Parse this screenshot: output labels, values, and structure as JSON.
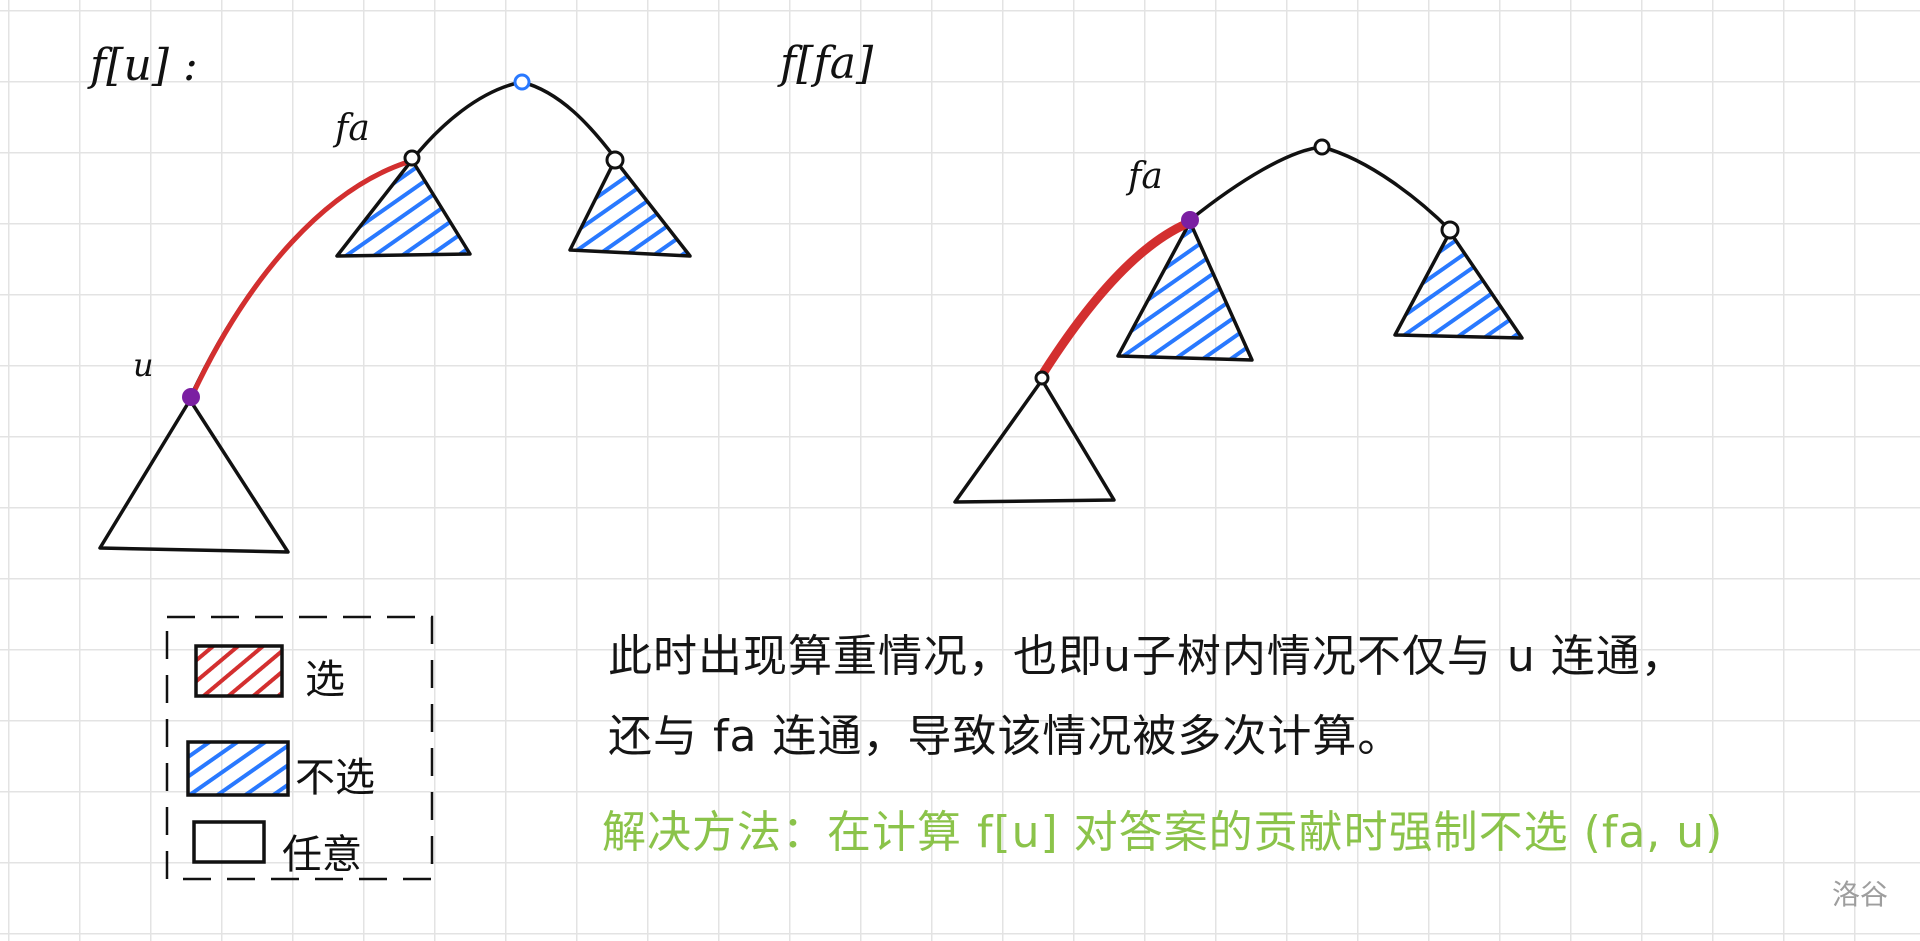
{
  "diagrams": {
    "left": {
      "title": "f[u] :",
      "fa_label": "fa",
      "u_label": "u"
    },
    "right": {
      "title": "f[fa]",
      "fa_label": "fa"
    }
  },
  "legend": {
    "select_label": "选",
    "not_select_label": "不选",
    "any_label": "任意"
  },
  "notes": {
    "line1": "此时出现算重情况，也即u子树内情况不仅与 u 连通，",
    "line2": "还与 fa 连通，导致该情况被多次计算。",
    "solution": "解决方法：在计算 f[u] 对答案的贡献时强制不选 (fa, u)"
  },
  "watermark": "洛谷",
  "colors": {
    "selected": "#d32f2f",
    "not_selected": "#2979ff",
    "node_purple": "#7b1fa2",
    "solution_text": "#8bc34a",
    "ink": "#111111",
    "grid": "#e3e3e3"
  }
}
